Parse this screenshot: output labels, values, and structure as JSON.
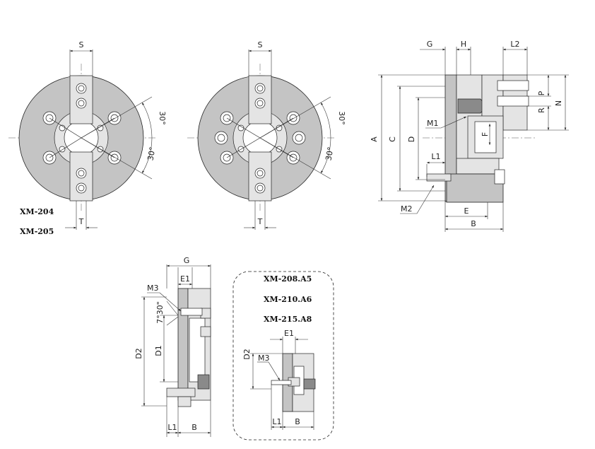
{
  "front_view_1": {
    "dim_s": "S",
    "dim_t": "T",
    "angle_top": "30°",
    "angle_bottom": "30°",
    "model_a": "XM-204",
    "model_b": "XM-205"
  },
  "front_view_2": {
    "dim_s": "S",
    "dim_t": "T",
    "angle_top": "30°",
    "angle_bottom": "30°"
  },
  "side_view": {
    "dim_g": "G",
    "dim_h": "H",
    "dim_l2": "L2",
    "dim_p": "P",
    "dim_r": "R",
    "dim_n": "N",
    "dim_a": "A",
    "dim_c": "C",
    "dim_d": "D",
    "dim_f": "F",
    "dim_m1": "M1",
    "dim_l1": "L1",
    "dim_m2": "M2",
    "dim_e": "E",
    "dim_b": "B"
  },
  "detail_view_1": {
    "dim_g": "G",
    "dim_e1": "E1",
    "dim_m3": "M3",
    "angle": "7°30\"",
    "dim_d2": "D2",
    "dim_d1": "D1",
    "dim_l1": "L1",
    "dim_b": "B"
  },
  "detail_view_2": {
    "model_a": "XM-208.A5",
    "model_b": "XM-210.A6",
    "model_c": "XM-215.A8",
    "dim_e1": "E1",
    "dim_d2": "D2",
    "dim_m3": "M3",
    "dim_l1": "L1",
    "dim_b": "B"
  }
}
